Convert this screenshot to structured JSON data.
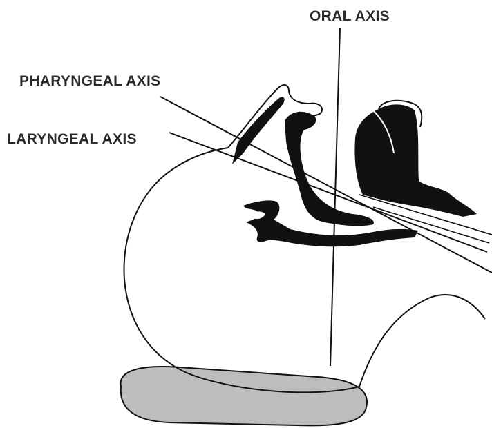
{
  "labels": {
    "oral_axis": "ORAL AXIS",
    "pharyngeal_axis": "PHARYNGEAL AXIS",
    "laryngeal_axis": "LARYNGEAL AXIS"
  },
  "colors": {
    "background": "#ffffff",
    "ink": "#111111",
    "label_text": "#2a2a2a",
    "pillow_fill": "#bdbdbd"
  }
}
